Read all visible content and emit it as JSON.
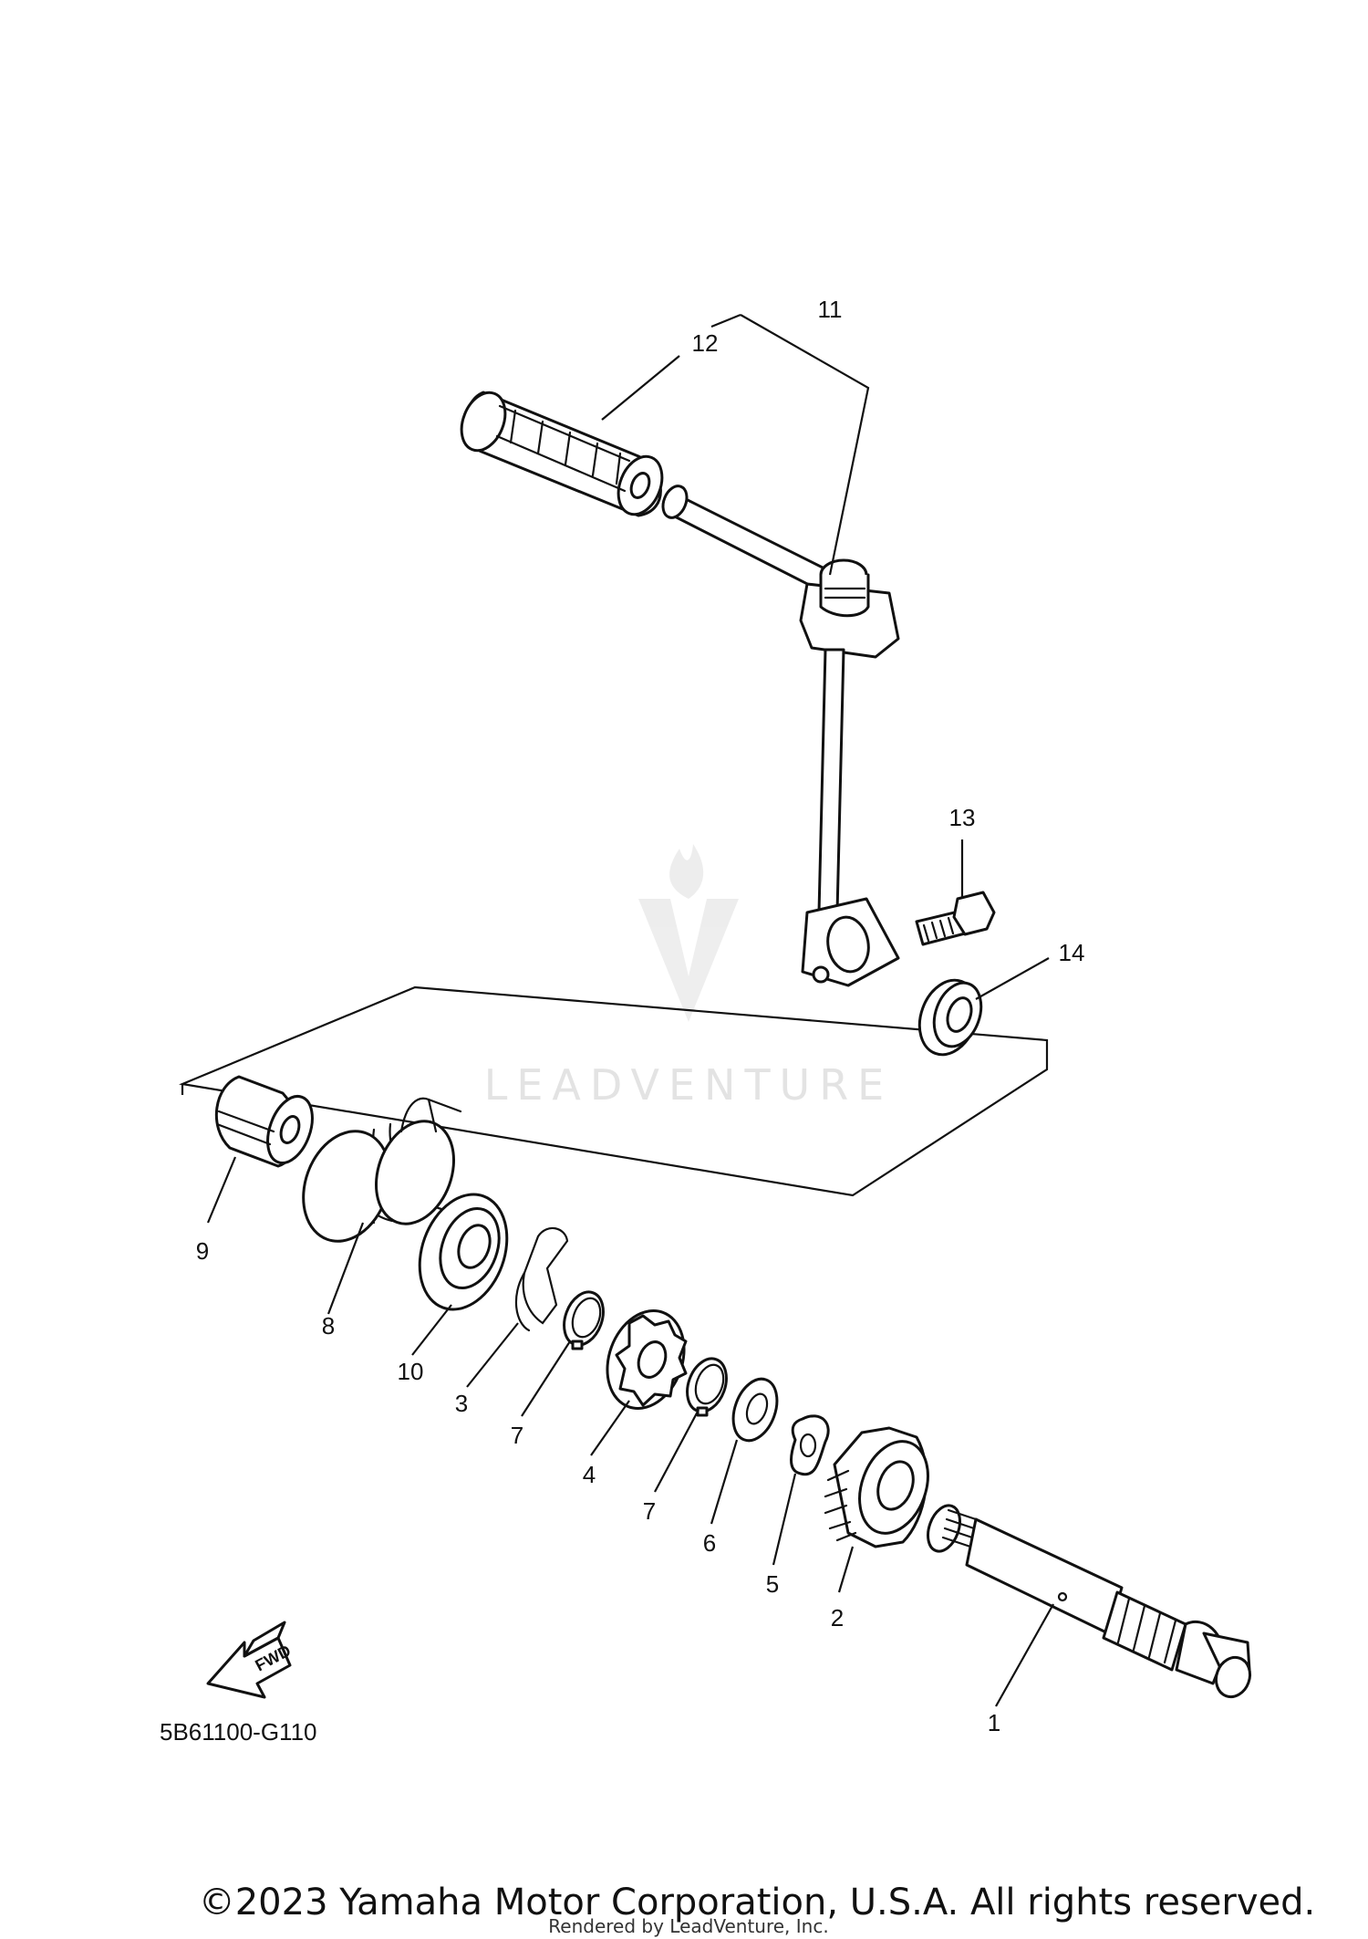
{
  "diagram": {
    "diagram_code": "5B61100-G110",
    "fwd_label": "FWD",
    "watermark": "LEADVENTURE",
    "copyright": "©2023 Yamaha Motor Corporation, U.S.A. All rights reserved.",
    "rendered_by": "Rendered by LeadVenture, Inc.",
    "callouts": {
      "c1": "1",
      "c2": "2",
      "c3": "3",
      "c4": "4",
      "c5": "5",
      "c6": "6",
      "c7a": "7",
      "c7b": "7",
      "c8": "8",
      "c9": "9",
      "c10": "10",
      "c11": "11",
      "c12": "12",
      "c13": "13",
      "c14": "14"
    }
  }
}
